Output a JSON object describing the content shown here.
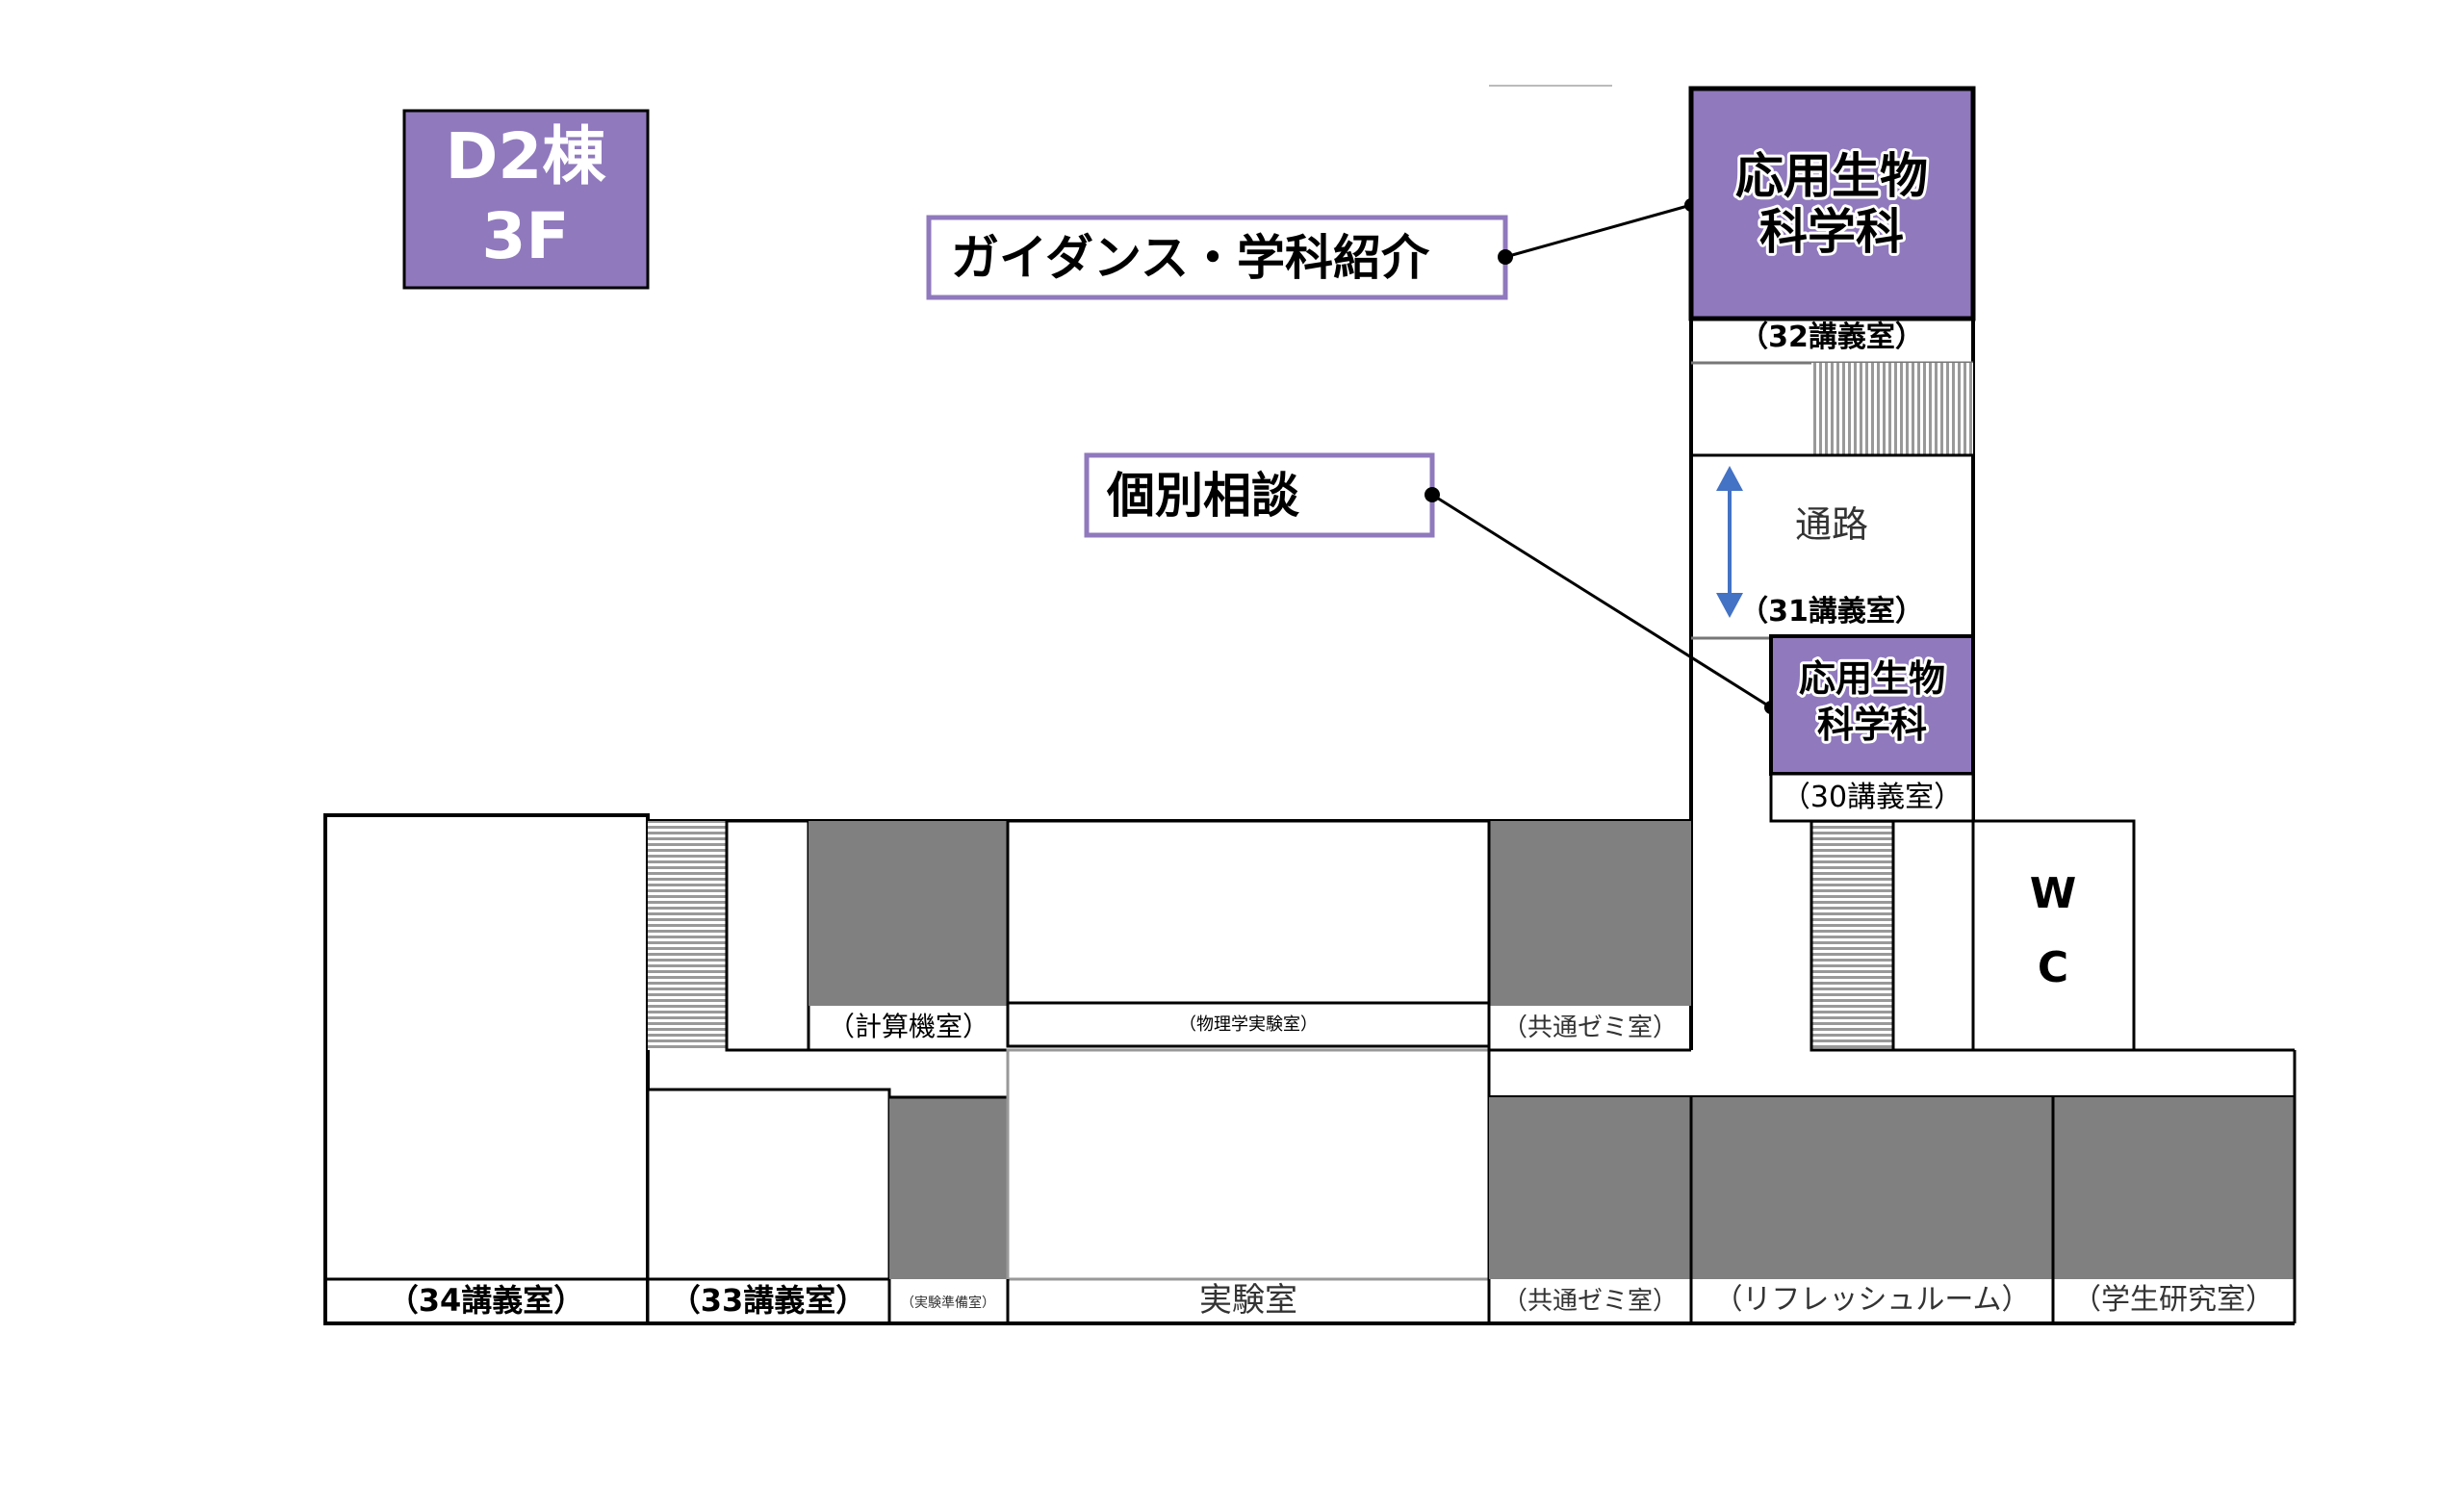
{
  "building": {
    "name": "D2棟",
    "floor": "3F"
  },
  "callouts": {
    "guidance": "ガイダンス・学科紹介",
    "consultation": "個別相談"
  },
  "rooms": {
    "r32": {
      "dept_line1": "応用生物",
      "dept_line2": "科学科",
      "label": "（32講義室）"
    },
    "corridor": "通路",
    "r31": "（31講義室）",
    "r30": {
      "dept_line1": "応用生物",
      "dept_line2": "科学科",
      "label": "（30講義室）"
    },
    "r34": "（34講義室）",
    "r33": "（33講義室）",
    "computer": "（計算機室）",
    "physics": "（物理学実験室）",
    "prep": "（実験準備室）",
    "lab": "実験室",
    "seminar_upper": "（共通ゼミ室）",
    "seminar_lower": "（共通ゼミ室）",
    "refresh": "（リフレッシュルーム）",
    "student": "（学生研究室）",
    "wc_w": "W",
    "wc_c": "C"
  },
  "colors": {
    "purple": "#9079BD",
    "gray": "#808080",
    "arrow": "#4472C4"
  }
}
